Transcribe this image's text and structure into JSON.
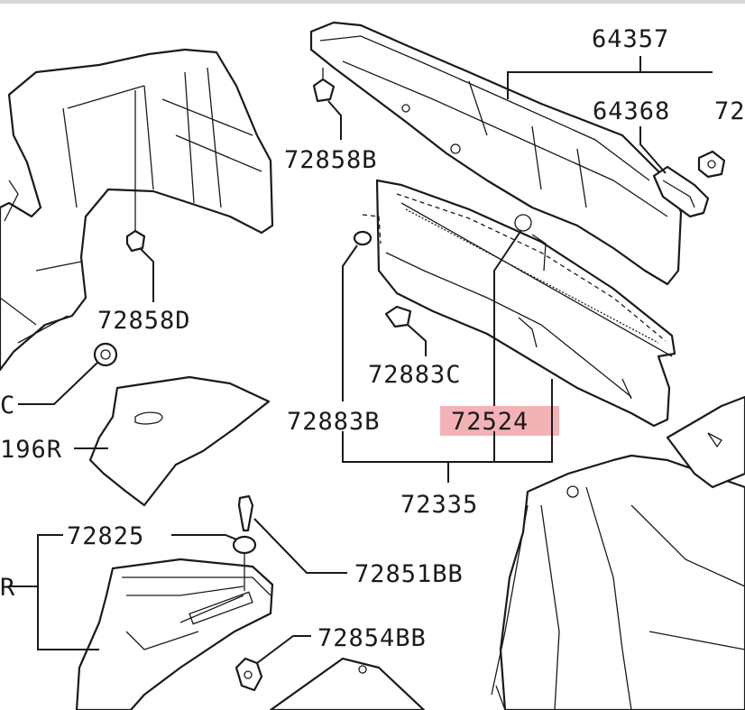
{
  "diagram": {
    "labels": {
      "p64357": "64357",
      "p64368": "64368",
      "p72_cut": "72",
      "p72858B": "72858B",
      "p72858D": "72858D",
      "p72883C": "72883C",
      "p72883B": "72883B",
      "p72524": "72524",
      "p72335": "72335",
      "p196R": "196R",
      "pC_cut": "C",
      "p72825": "72825",
      "p72851BB": "72851BB",
      "p72854BB": "72854BB",
      "pR_cut": "R"
    },
    "highlight": {
      "part": "72524",
      "color": "#f3b3b6"
    }
  }
}
